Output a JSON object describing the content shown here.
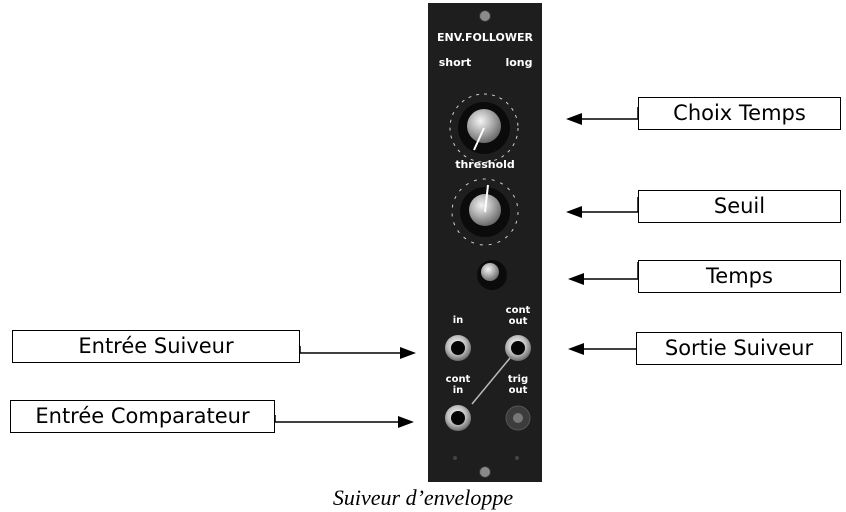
{
  "module": {
    "title": "ENV.FOLLOWER",
    "knob1_left": "short",
    "knob1_right": "long",
    "knob2_label": "threshold",
    "jack_in": "in",
    "jack_cont_out": "cont\nout",
    "jack_cont_in": "cont\nin",
    "jack_trig_out": "trig\nout"
  },
  "labels": {
    "choix_temps": "Choix Temps",
    "seuil": "Seuil",
    "temps": "Temps",
    "entree_suiveur": "Entrée Suiveur",
    "sortie_suiveur": "Sortie Suiveur",
    "entree_comparateur": "Entrée Comparateur"
  },
  "caption": "Suiveur d’enveloppe",
  "colors": {
    "panel": "#1e1e1e",
    "knob": "#0a0a0a",
    "arrow": "#000000",
    "box_border": "#000000"
  }
}
